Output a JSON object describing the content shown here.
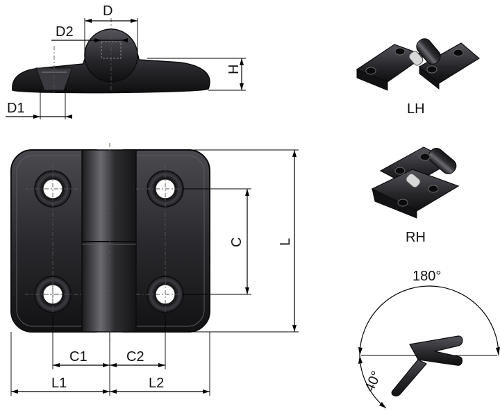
{
  "dimensions": {
    "d": "D",
    "d1": "D1",
    "d2": "D2",
    "h": "H",
    "c": "C",
    "c1": "C1",
    "c2": "C2",
    "l": "L",
    "l1": "L1",
    "l2": "L2"
  },
  "variants": {
    "left": "LH",
    "right": "RH"
  },
  "angles": {
    "open": "180°",
    "side": "40°"
  },
  "colors": {
    "body": "#2b2b2e",
    "body_dark": "#151517",
    "highlight": "#5a5a60",
    "line": "#000000"
  }
}
